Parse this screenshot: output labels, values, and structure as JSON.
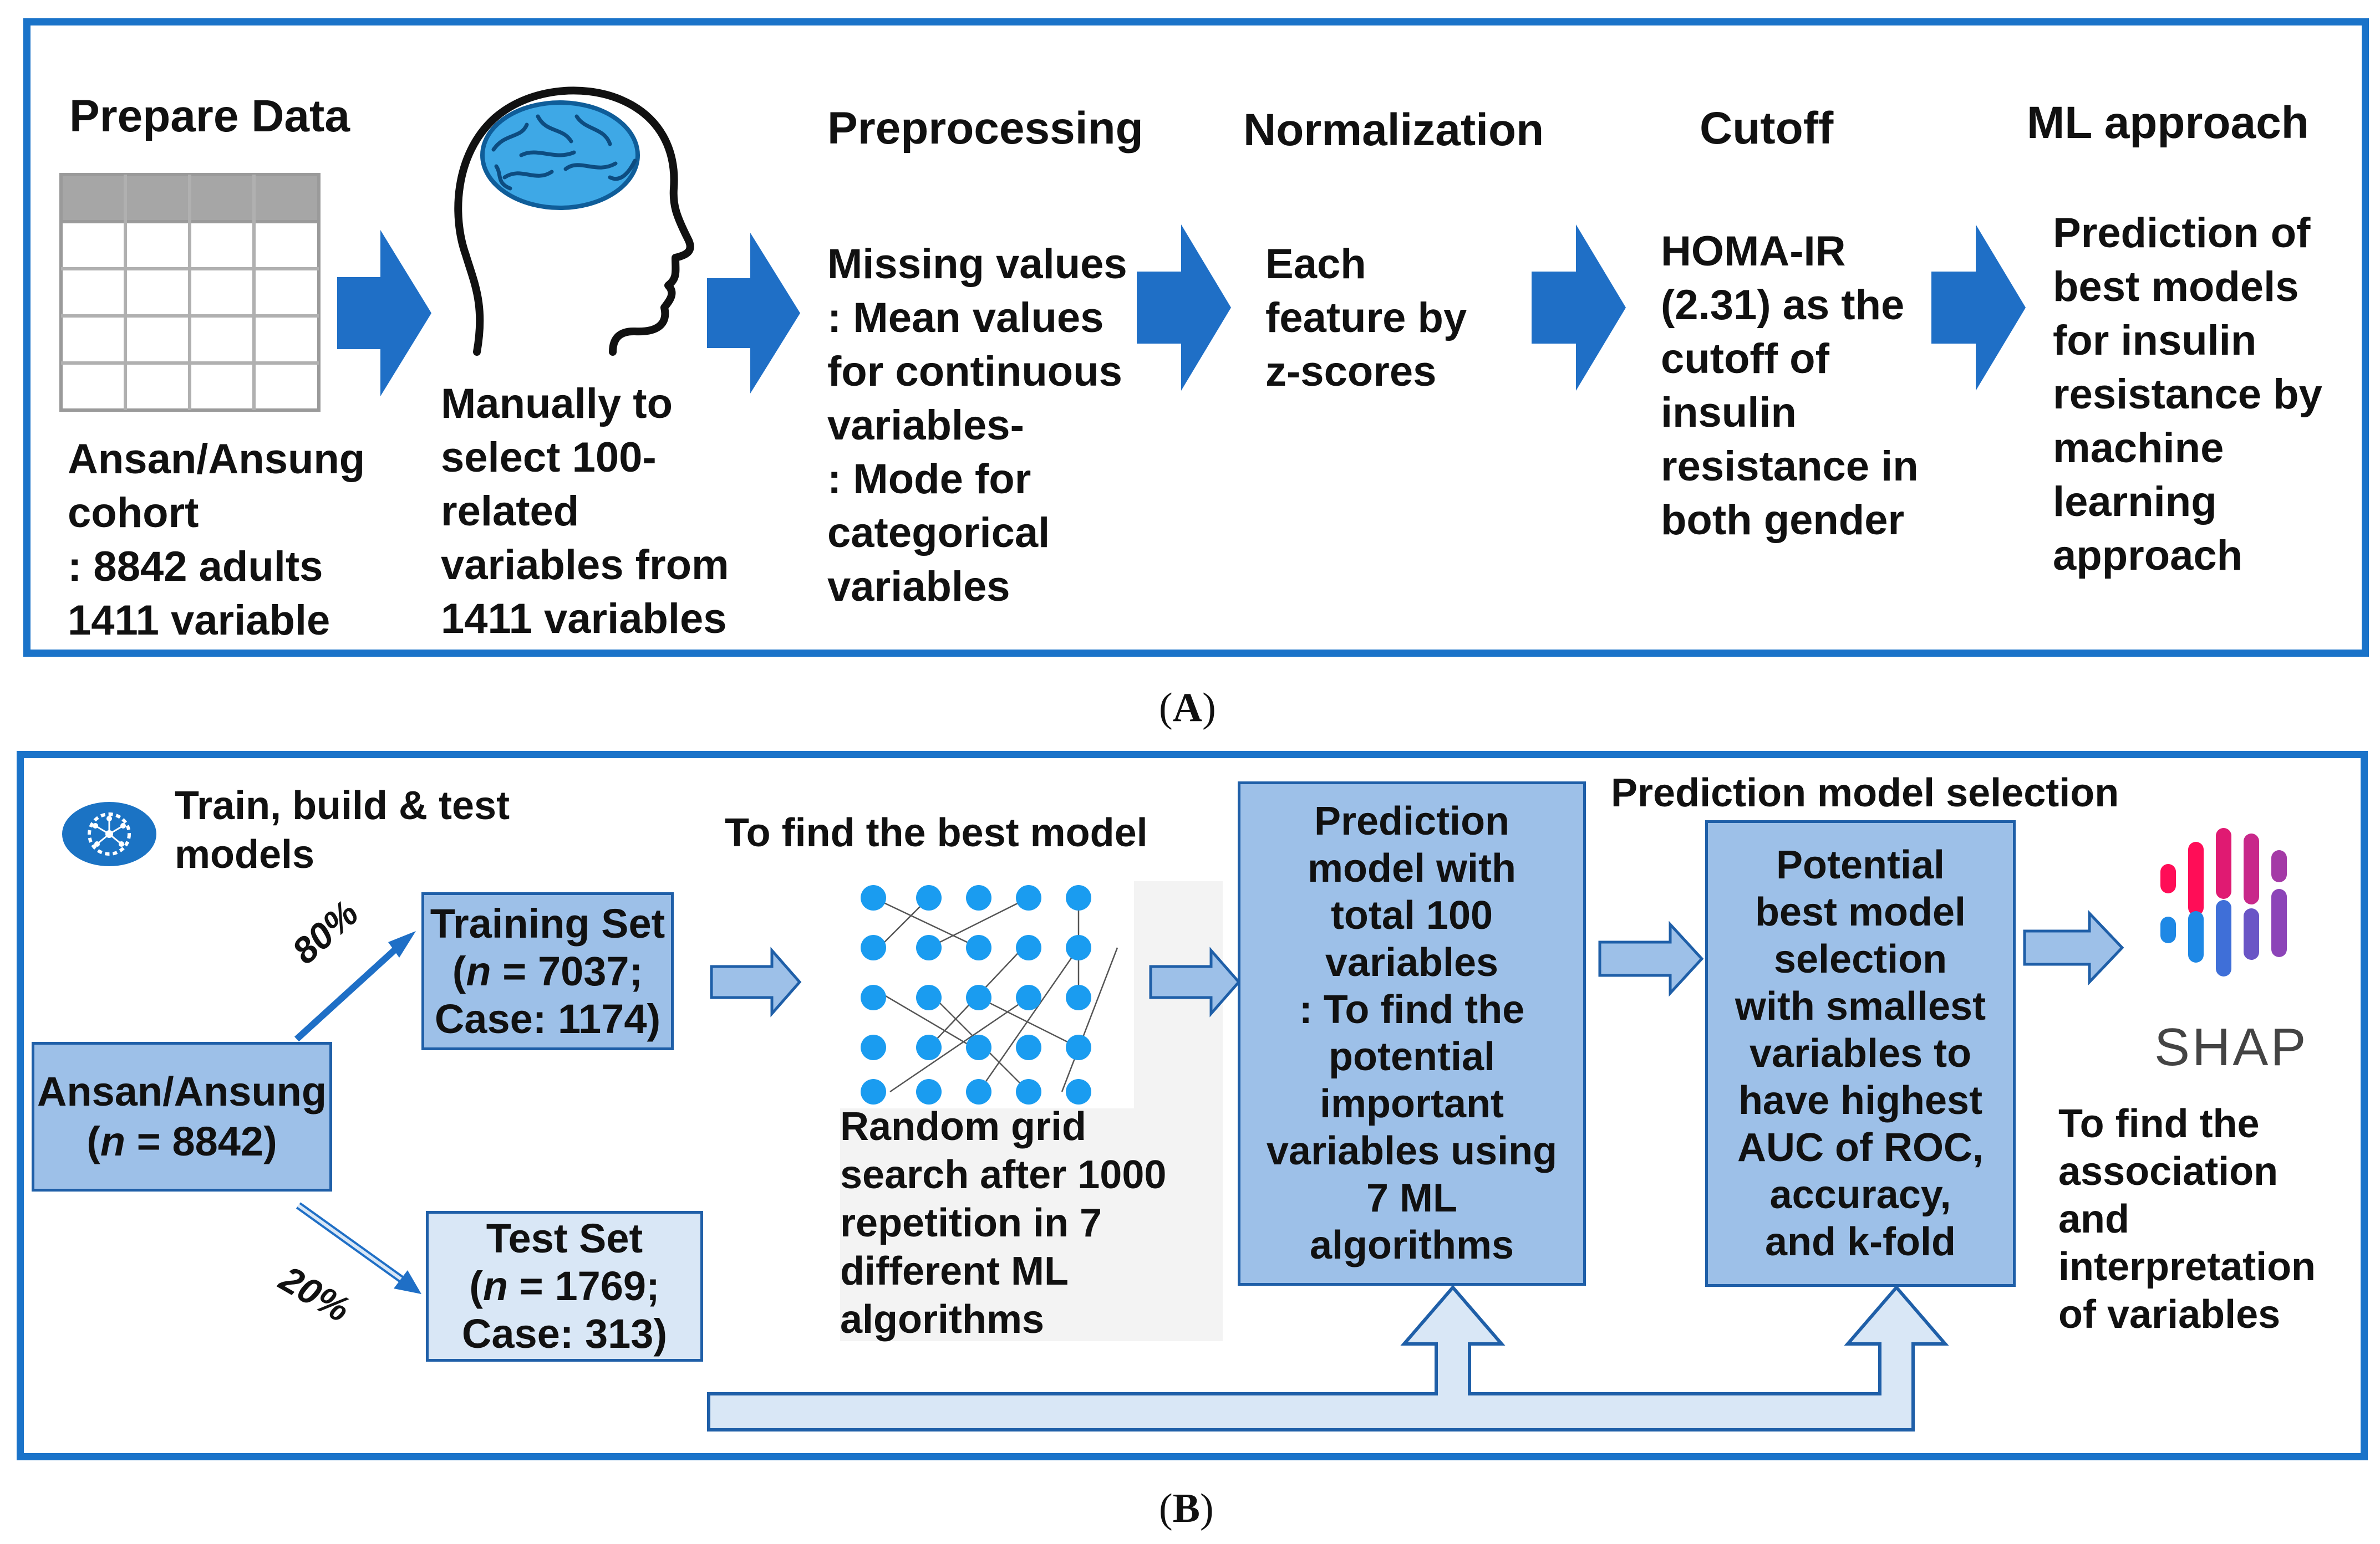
{
  "panel_a": {
    "label": "A",
    "steps": [
      {
        "title": "Prepare Data",
        "body": "Ansan/Ansung\ncohort\n: 8842 adults\n1411 variable",
        "icon": "table-icon"
      },
      {
        "title": "",
        "body": "Manually to\nselect 100-\nrelated\nvariables from\n1411 variables",
        "icon": "brain-head-icon"
      },
      {
        "title": "Preprocessing",
        "body": "Missing values\n: Mean values\nfor continuous\nvariables-\n: Mode for\ncategorical\nvariables"
      },
      {
        "title": "Normalization",
        "body": "Each\nfeature by\nz-scores"
      },
      {
        "title": "Cutoff",
        "body": "HOMA-IR\n(2.31) as the\ncutoff of\ninsulin\nresistance in\nboth gender"
      },
      {
        "title": "ML approach",
        "body": "Prediction of\nbest models\nfor insulin\nresistance by\nmachine\nlearning\napproach"
      }
    ]
  },
  "panel_b": {
    "label": "B",
    "header": "Train, build & test\nmodels",
    "cohort": {
      "name": "Ansan/Ansung",
      "n_prefix": "(",
      "n_var": "n",
      "n_suffix": " = 8842)"
    },
    "split_train_pct": "80%",
    "split_test_pct": "20%",
    "training_set": {
      "title": "Training Set",
      "line2_prefix": "(",
      "n_var": "n",
      "line2_suffix": " = 7037;",
      "line3": "Case: 1174)"
    },
    "test_set": {
      "title": "Test Set",
      "line2_prefix": "(",
      "n_var": "n",
      "line2_suffix": " = 1769;",
      "line3": "Case: 313)"
    },
    "best_model_title": "To find the best model",
    "grid_search_text": "Random grid\nsearch after 1000\nrepetition in 7\ndifferent ML\nalgorithms",
    "prediction_box": "Prediction\nmodel with\ntotal 100\nvariables\n: To find the\npotential\nimportant\nvariables using\n7 ML\nalgorithms",
    "selection_title": "Prediction model selection",
    "selection_box": "Potential\nbest model\nselection\nwith smallest\nvariables to\nhave highest\nAUC of ROC,\naccuracy,\nand k-fold",
    "shap_label": "SHAP",
    "shap_text": "To find the\nassociation\nand\ninterpretation\nof variables"
  },
  "colors": {
    "frame": "#1a73c9",
    "arrow_dark": "#1f6fc6",
    "box_mid": "#9dc0e8",
    "box_light": "#d9e7f6",
    "dot": "#1a9cf0"
  }
}
